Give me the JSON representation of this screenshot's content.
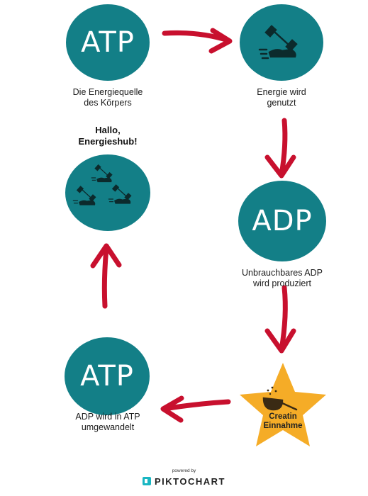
{
  "nodes": {
    "atp_top": {
      "label": "ATP",
      "caption_line1": "Die Energiequelle",
      "caption_line2": "des Körpers"
    },
    "exercise": {
      "icon": "dumbbell-shoe-icon",
      "caption_line1": "Energie wird",
      "caption_line2": "genutzt"
    },
    "adp": {
      "label": "ADP",
      "caption_line1": "Unbrauchbares ADP",
      "caption_line2": "wird produziert"
    },
    "creatine": {
      "icon": "scoop-star-icon",
      "line1": "Creatin",
      "line2": "Einnahme"
    },
    "atp_bottom": {
      "label": "ATP",
      "caption_line1": "ADP wird in ATP",
      "caption_line2": "umgewandelt"
    },
    "energy_hub": {
      "icon": "multiple-dumbbell-shoe-icon",
      "title_line1": "Hallo,",
      "title_line2": "Energieshub!"
    }
  },
  "footer": {
    "powered_by": "powered by",
    "brand": "PIKTOCHART"
  },
  "colors": {
    "teal": "#137f87",
    "arrow_red": "#c8102e",
    "star": "#f5ac27"
  }
}
